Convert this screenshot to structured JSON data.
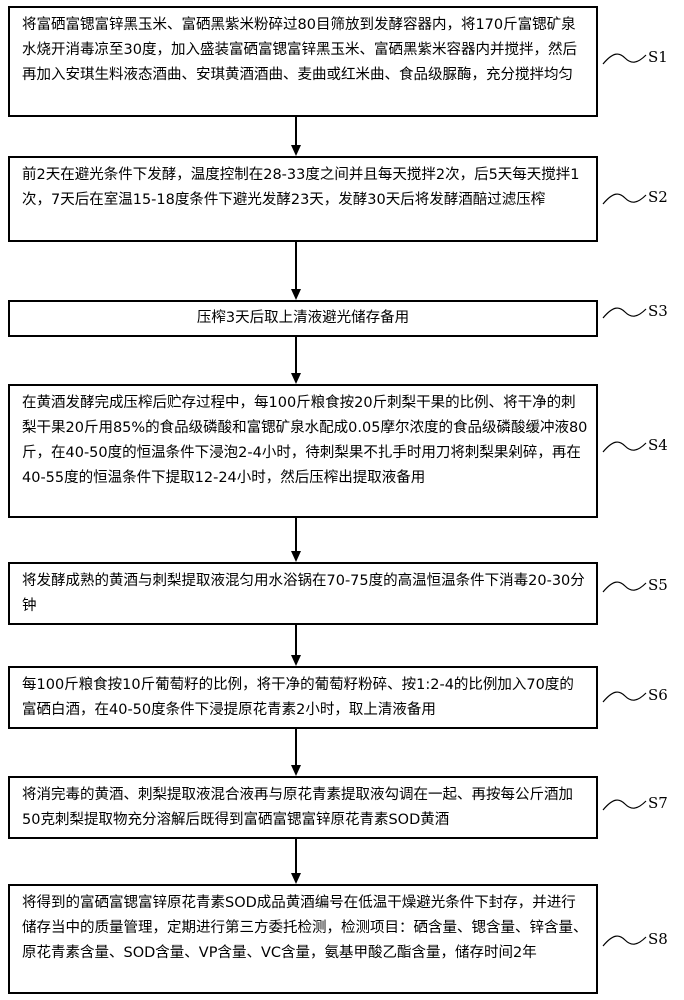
{
  "steps": [
    {
      "id": "S1",
      "text": "将富硒富锶富锌黑玉米、富硒黑紫米粉碎过80目筛放到发酵容器内，将170斤富锶矿泉水烧开消毒凉至30度，加入盛装富硒富锶富锌黑玉米、富硒黑紫米容器内并搅拌，然后再加入安琪生料液态酒曲、安琪黄酒酒曲、麦曲或红米曲、食品级脲酶，充分搅拌均匀"
    },
    {
      "id": "S2",
      "text": "前2天在避光条件下发酵，温度控制在28-33度之间并且每天搅拌2次，后5天每天搅拌1次，7天后在室温15-18度条件下避光发酵23天，发酵30天后将发酵酒醅过滤压榨"
    },
    {
      "id": "S3",
      "text": "压榨3天后取上清液避光储存备用"
    },
    {
      "id": "S4",
      "text": "在黄酒发酵完成压榨后贮存过程中，每100斤粮食按20斤刺梨干果的比例、将干净的刺梨干果20斤用85%的食品级磷酸和富锶矿泉水配成0.05摩尔浓度的食品级磷酸缓冲液80斤，在40-50度的恒温条件下浸泡2-4小时，待刺梨果不扎手时用刀将刺梨果剁碎，再在40-55度的恒温条件下提取12-24小时，然后压榨出提取液备用"
    },
    {
      "id": "S5",
      "text": "将发酵成熟的黄酒与刺梨提取液混匀用水浴锅在70-75度的高温恒温条件下消毒20-30分钟"
    },
    {
      "id": "S6",
      "text": "每100斤粮食按10斤葡萄籽的比例，将干净的葡萄籽粉碎、按1:2-4的比例加入70度的富硒白酒，在40-50度条件下浸提原花青素2小时，取上清液备用"
    },
    {
      "id": "S7",
      "text": "将消完毒的黄酒、刺梨提取液混合液再与原花青素提取液勾调在一起、再按每公斤酒加50克刺梨提取物充分溶解后既得到富硒富锶富锌原花青素SOD黄酒"
    },
    {
      "id": "S8",
      "text": "将得到的富硒富锶富锌原花青素SOD成品黄酒编号在低温干燥避光条件下封存，并进行储存当中的质量管理，定期进行第三方委托检测，检测项目：硒含量、锶含量、锌含量、原花青素含量、SOD含量、VP含量、VC含量，氨基甲酸乙酯含量，储存时间2年"
    }
  ]
}
